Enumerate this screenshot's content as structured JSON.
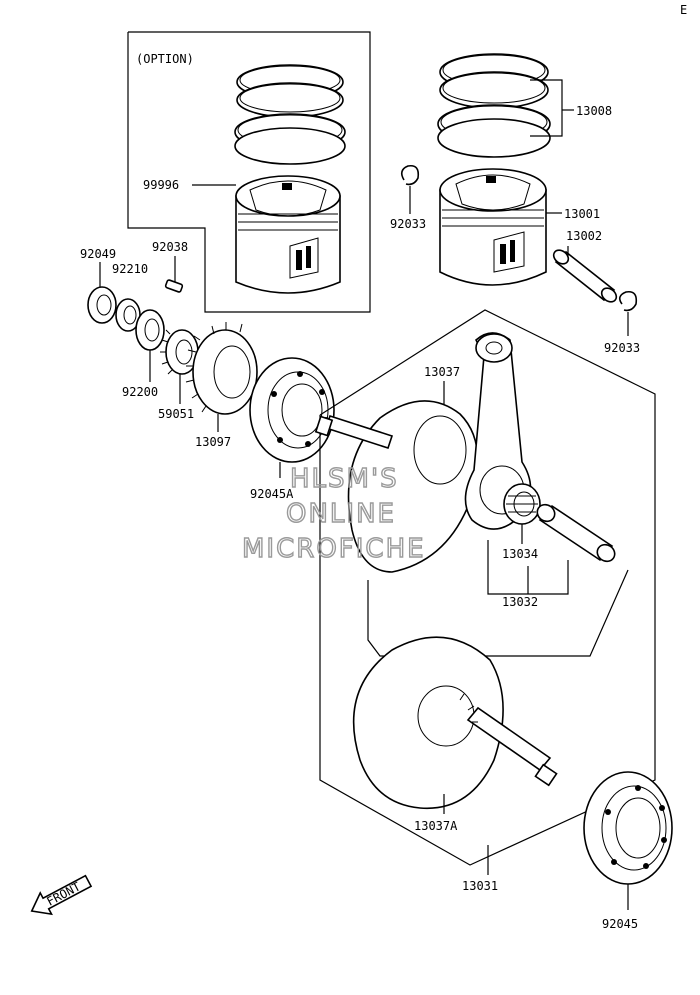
{
  "corner_mark": "E",
  "option_label": "(OPTION)",
  "front_label": "FRONT",
  "watermark": [
    "HLSM'S",
    "ONLINE",
    "MICROFICHE"
  ],
  "labels": {
    "p99996": "99996",
    "p13008": "13008",
    "p92033a": "92033",
    "p13001": "13001",
    "p13002": "13002",
    "p92033b": "92033",
    "p92049": "92049",
    "p92038": "92038",
    "p92210": "92210",
    "p92200": "92200",
    "p59051": "59051",
    "p13097": "13097",
    "p92045A": "92045A",
    "p13037": "13037",
    "p13034": "13034",
    "p13032": "13032",
    "p13037A": "13037A",
    "p13031": "13031",
    "p92045": "92045"
  }
}
